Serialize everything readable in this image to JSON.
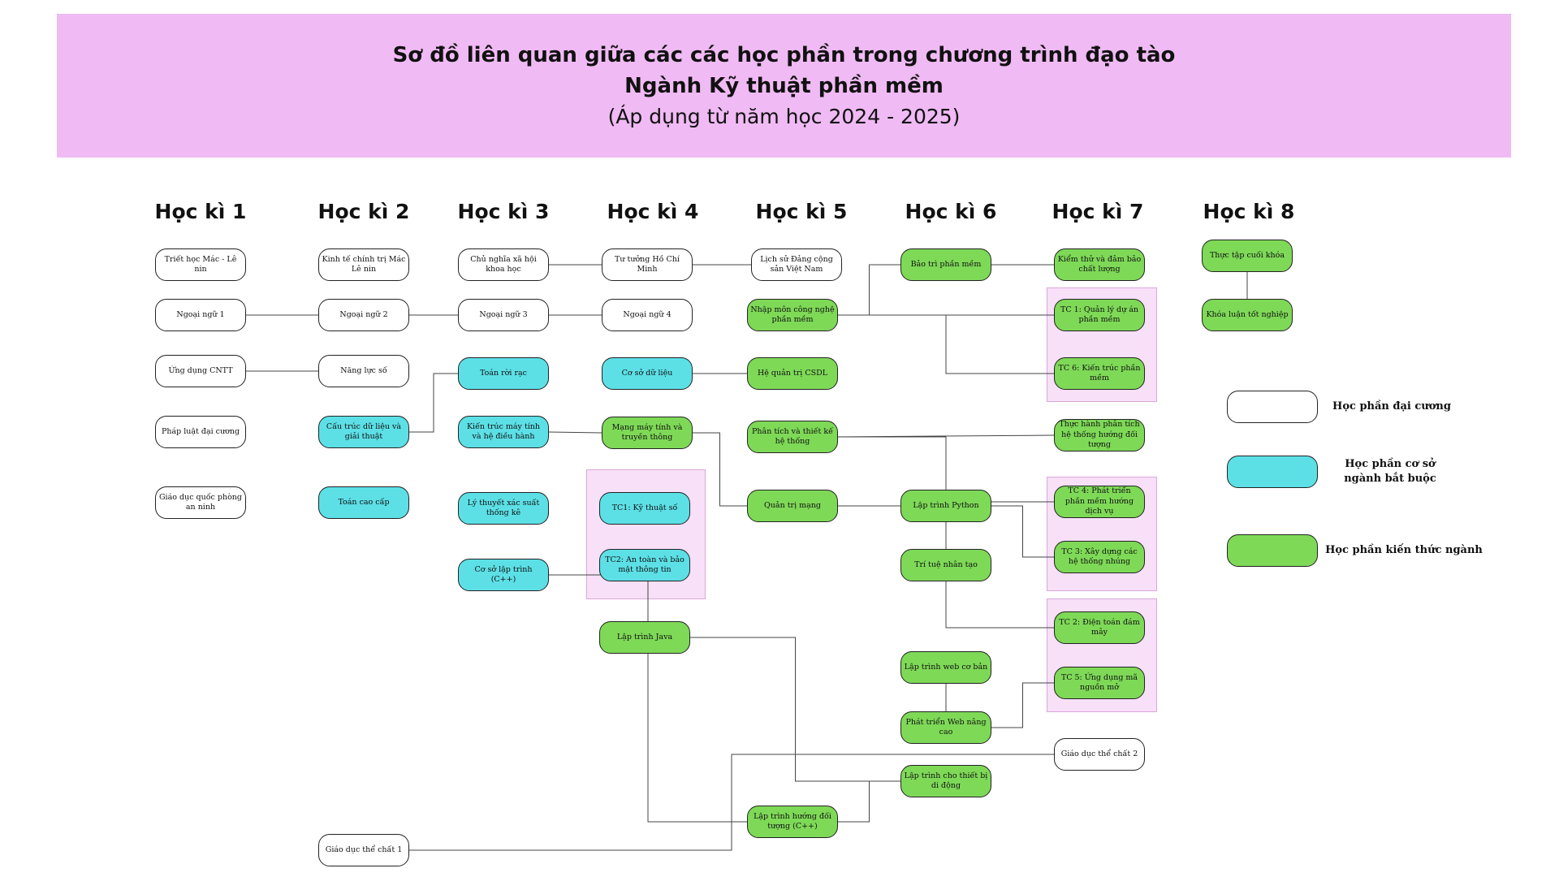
{
  "title": {
    "line1": "Sơ đồ liên quan giữa các  các học phần trong chương trình đạo tào",
    "line2": "Ngành Kỹ thuật phần mềm",
    "line3": "(Áp dụng từ năm học 2024 - 2025)"
  },
  "semesters": [
    "Học kì 1",
    "Học kì 2",
    "Học kì 3",
    "Học kì 4",
    "Học kì 5",
    "Học kì 6",
    "Học kì 7",
    "Học kì 8"
  ],
  "colors": {
    "banner": "#f0baf4",
    "general": "#ffffff",
    "core": "#5ce0e6",
    "major": "#7ed957",
    "group": "#f8e0f8"
  },
  "legend": [
    {
      "type": "gen",
      "label": "Học phần đại cương"
    },
    {
      "type": "core",
      "label": "Học phần cơ sở ngành bắt buộc"
    },
    {
      "type": "major",
      "label": "Học phần kiến thức ngành"
    }
  ],
  "courses": [
    {
      "id": "triet",
      "label": "Triết học Mác - Lê nin",
      "type": "gen"
    },
    {
      "id": "nn1",
      "label": "Ngoại ngữ 1",
      "type": "gen"
    },
    {
      "id": "udcntt",
      "label": "Ứng dụng CNTT",
      "type": "gen"
    },
    {
      "id": "pldc",
      "label": "Pháp luật đại cương",
      "type": "gen"
    },
    {
      "id": "gdqp",
      "label": "Giáo dục quốc phòng an ninh",
      "type": "gen"
    },
    {
      "id": "ktct",
      "label": "Kinh tế chính trị Mác Lê nin",
      "type": "gen"
    },
    {
      "id": "nn2",
      "label": "Ngoại ngữ 2",
      "type": "gen"
    },
    {
      "id": "nangluc",
      "label": "Năng lực số",
      "type": "gen"
    },
    {
      "id": "ctdl",
      "label": "Cấu trúc dữ liệu và giải thuật",
      "type": "core"
    },
    {
      "id": "toancc",
      "label": "Toán cao cấp",
      "type": "core"
    },
    {
      "id": "gdtc1",
      "label": "Giáo dục thể chất 1",
      "type": "gen"
    },
    {
      "id": "cnxh",
      "label": "Chủ nghĩa xã hội khoa học",
      "type": "gen"
    },
    {
      "id": "nn3",
      "label": "Ngoại ngữ 3",
      "type": "gen"
    },
    {
      "id": "trr",
      "label": "Toán rời rạc",
      "type": "core"
    },
    {
      "id": "ktmt",
      "label": "Kiến trúc máy tính và hệ điều hành",
      "type": "core"
    },
    {
      "id": "xstk",
      "label": "Lý thuyết xác suất thống kê",
      "type": "core"
    },
    {
      "id": "cslt",
      "label": "Cơ sở lập trình (C++)",
      "type": "core"
    },
    {
      "id": "tthcm",
      "label": "Tư tưởng Hồ Chí Minh",
      "type": "gen"
    },
    {
      "id": "nn4",
      "label": "Ngoại ngữ 4",
      "type": "gen"
    },
    {
      "id": "csdl",
      "label": "Cơ sở dữ liệu",
      "type": "core"
    },
    {
      "id": "mmt",
      "label": "Mạng máy tính và truyền thông",
      "type": "major"
    },
    {
      "id": "tc1ks",
      "label": "TC1: Kỹ thuật số",
      "type": "core"
    },
    {
      "id": "tc2at",
      "label": "TC2: An toàn và bảo mật thông tin",
      "type": "core"
    },
    {
      "id": "java",
      "label": "Lập trình Java",
      "type": "major"
    },
    {
      "id": "lsd",
      "label": "Lịch sử Đảng cộng sản Việt Nam",
      "type": "gen"
    },
    {
      "id": "nmcn",
      "label": "Nhập môn công nghệ phần mềm",
      "type": "major"
    },
    {
      "id": "hqt",
      "label": "Hệ quản trị CSDL",
      "type": "major"
    },
    {
      "id": "ptkt",
      "label": "Phân tích và thiết kế hệ thống",
      "type": "major"
    },
    {
      "id": "qtm",
      "label": "Quản trị mạng",
      "type": "major"
    },
    {
      "id": "lthdt",
      "label": "Lập trình hướng đối tượng (C++)",
      "type": "major"
    },
    {
      "id": "btpm",
      "label": "Bảo trì phần mềm",
      "type": "major"
    },
    {
      "id": "python",
      "label": "Lập trình Python",
      "type": "major"
    },
    {
      "id": "ttnt",
      "label": "Trí tuệ nhân tạo",
      "type": "major"
    },
    {
      "id": "webcb",
      "label": "Lập trình web cơ bản",
      "type": "major"
    },
    {
      "id": "webnc",
      "label": "Phát triển Web nâng cao",
      "type": "major"
    },
    {
      "id": "ltdd",
      "label": "Lập trình cho thiết bị di động",
      "type": "major"
    },
    {
      "id": "ktdb",
      "label": "Kiểm thử và đảm bảo chất lượng",
      "type": "major"
    },
    {
      "id": "tc1ql",
      "label": "TC 1: Quản lý dự án phần mềm",
      "type": "major"
    },
    {
      "id": "tc6",
      "label": "TC 6: Kiến trúc phần mềm",
      "type": "major"
    },
    {
      "id": "thpt",
      "label": "Thực hành phân tích hệ thống hướng đối tượng",
      "type": "major"
    },
    {
      "id": "tc4",
      "label": "TC 4: Phát triển phần mềm hướng dịch vụ",
      "type": "major"
    },
    {
      "id": "tc3",
      "label": "TC 3: Xây dựng các hệ thống nhúng",
      "type": "major"
    },
    {
      "id": "tc2dt",
      "label": "TC 2: Điện toán đám mây",
      "type": "major"
    },
    {
      "id": "tc5",
      "label": "TC 5: Ứng dụng mã nguồn mở",
      "type": "major"
    },
    {
      "id": "gdtc2",
      "label": "Giáo dục thể chất 2",
      "type": "gen"
    },
    {
      "id": "ttck",
      "label": "Thực tập cuối khóa",
      "type": "major"
    },
    {
      "id": "kltn",
      "label": "Khóa luận tốt nghiệp",
      "type": "major"
    }
  ],
  "edges": [
    [
      "nn1",
      "nn2"
    ],
    [
      "nn2",
      "nn3"
    ],
    [
      "nn3",
      "nn4"
    ],
    [
      "udcntt",
      "nangluc"
    ],
    [
      "cnxh",
      "tthcm"
    ],
    [
      "tthcm",
      "lsd"
    ],
    [
      "ctdl",
      "trr"
    ],
    [
      "csdl",
      "hqt"
    ],
    [
      "ktmt",
      "mmt"
    ],
    [
      "mmt",
      "qtm"
    ],
    [
      "nmcn",
      "btpm"
    ],
    [
      "nmcn",
      "tc1ql"
    ],
    [
      "nmcn",
      "tc6"
    ],
    [
      "btpm",
      "ktdb"
    ],
    [
      "ptkt",
      "thpt"
    ],
    [
      "ptkt",
      "tc4"
    ],
    [
      "python",
      "ttnt"
    ],
    [
      "python",
      "tc3"
    ],
    [
      "qtm",
      "tc2dt"
    ],
    [
      "webcb",
      "webnc"
    ],
    [
      "webnc",
      "tc5"
    ],
    [
      "java",
      "ltdd"
    ],
    [
      "ltdd",
      "lthdt"
    ],
    [
      "cslt",
      "lthdt"
    ],
    [
      "gdtc1",
      "gdtc2"
    ],
    [
      "ttck",
      "kltn"
    ]
  ]
}
